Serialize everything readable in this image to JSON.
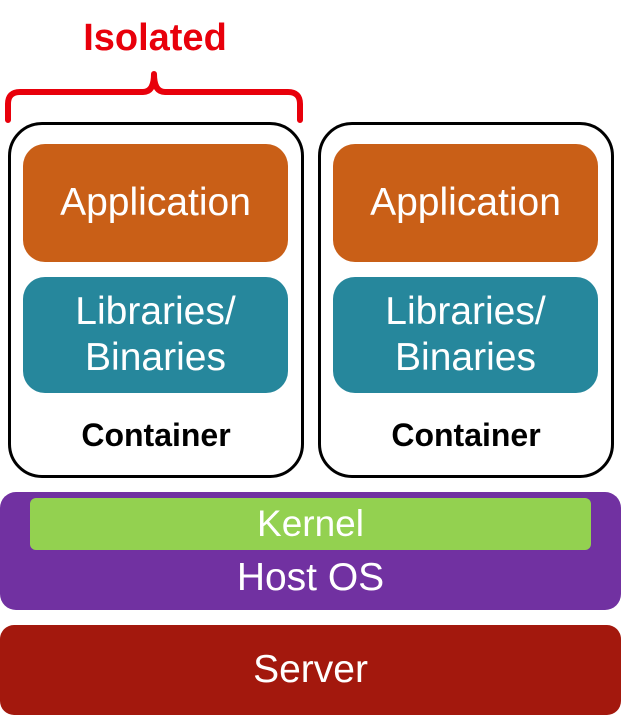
{
  "isolated": {
    "label": "Isolated",
    "color": "#e8000b"
  },
  "containers": [
    {
      "application": "Application",
      "libraries_line1": "Libraries/",
      "libraries_line2": "Binaries",
      "label": "Container"
    },
    {
      "application": "Application",
      "libraries_line1": "Libraries/",
      "libraries_line2": "Binaries",
      "label": "Container"
    }
  ],
  "host_os": {
    "kernel_label": "Kernel",
    "label": "Host OS"
  },
  "server": {
    "label": "Server"
  },
  "colors": {
    "application": "#c95f17",
    "libraries": "#26879c",
    "host_os": "#7131a1",
    "kernel": "#93d150",
    "server": "#a3180d",
    "isolated": "#e8000b"
  }
}
